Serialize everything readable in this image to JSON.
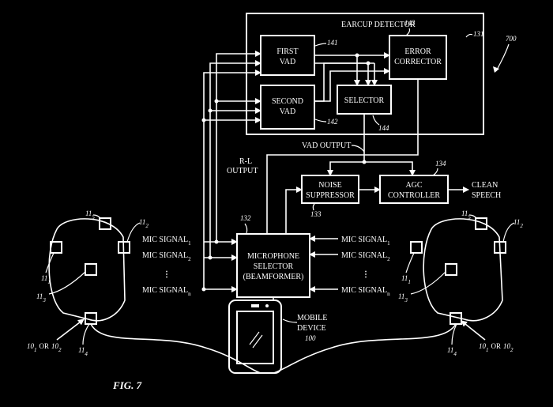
{
  "figure": {
    "fig_label": "FIG. 7",
    "ref_system": "700",
    "earcup_detector": {
      "title": "EARCUP DETECTOR",
      "ref": "131"
    },
    "first_vad": {
      "line1": "FIRST",
      "line2": "VAD",
      "ref": "141"
    },
    "second_vad": {
      "line1": "SECOND",
      "line2": "VAD",
      "ref": "142"
    },
    "error_corrector": {
      "line1": "ERROR",
      "line2": "CORRECTOR",
      "ref": "143"
    },
    "selector": {
      "label": "SELECTOR",
      "ref": "144"
    },
    "vad_output": "VAD OUTPUT",
    "rl_output": {
      "line1": "R-L",
      "line2": "OUTPUT"
    },
    "noise_suppressor": {
      "line1": "NOISE",
      "line2": "SUPPRESSOR",
      "ref": "133"
    },
    "agc_controller": {
      "line1": "AGC",
      "line2": "CONTROLLER",
      "ref": "134"
    },
    "clean_speech": {
      "line1": "CLEAN",
      "line2": "SPEECH"
    },
    "mic_selector": {
      "line1": "MICROPHONE",
      "line2": "SELECTOR",
      "line3": "(BEAMFORMER)",
      "ref": "132"
    },
    "mic_signal": "MIC SIGNAL",
    "mic_subscripts": {
      "s1": "1",
      "s2": "2",
      "sn": "n"
    },
    "mobile_device": {
      "line1": "MOBILE",
      "line2": "DEVICE",
      "ref": "100"
    },
    "earcup_left": {
      "ref_a": "10",
      "sub_a": "1",
      "or": "OR",
      "ref_b": "10",
      "sub_b": "2"
    },
    "earcup_right": {
      "ref_a": "10",
      "sub_a": "1",
      "or": "OR",
      "ref_b": "10",
      "sub_b": "2"
    },
    "mic_refs": {
      "ref": "11",
      "s1": "1",
      "s2": "2",
      "s3": "3",
      "s4": "4",
      "s5": "5"
    }
  }
}
